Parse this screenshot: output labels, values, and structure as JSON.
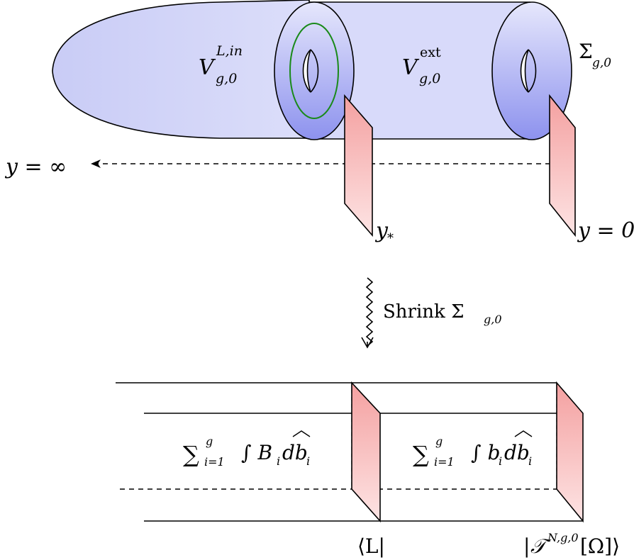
{
  "top": {
    "left_region": {
      "base": "V",
      "sup": "L,in",
      "sub": "g,0"
    },
    "right_region": {
      "base": "V",
      "sup": "ext",
      "sub": "g,0"
    },
    "surface": {
      "base": "Σ",
      "sub": "g,0"
    },
    "axis_left": "y = ∞",
    "wall_mid": {
      "base": "y",
      "sub": "*"
    },
    "wall_right": "y = 0"
  },
  "arrow": {
    "label": "Shrink Σ",
    "sub": "g,0"
  },
  "bottom": {
    "left_term": {
      "sum": "∑",
      "sub": "i=1",
      "sup": "g",
      "body": "∫ B",
      "idx": "i",
      "tail": "db",
      "tidx": "i"
    },
    "right_term": {
      "sum": "∑",
      "sub": "i=1",
      "sup": "g",
      "body": "∫ b",
      "idx": "i",
      "tail": "db",
      "tidx": "i"
    },
    "bra": "⟨L|",
    "ket": {
      "open": "|",
      "T": "𝒯",
      "sup": "N,g,0",
      "arg": "[Ω]⟩"
    }
  },
  "colors": {
    "solid_torus": "#b9bdf3",
    "torus_dark": "#8f95ee",
    "wall_red": "#f2a2a2",
    "loop_green": "#1a8a1a"
  }
}
